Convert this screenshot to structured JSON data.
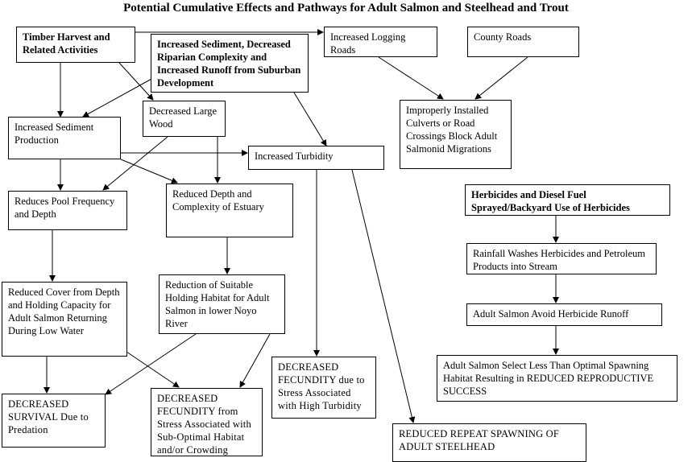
{
  "title": "Potential Cumulative Effects and Pathways for Adult Salmon and Steelhead and Trout",
  "boxes": {
    "timber": "Timber Harvest and Related Activities",
    "suburban": "Increased Sediment, Decreased Riparian Complexity and Increased Runoff from Suburban Development",
    "logging_roads": "Increased Logging Roads",
    "county_roads": "County Roads",
    "large_wood": "Decreased Large Wood",
    "sediment": "Increased Sediment Production",
    "culverts": "Improperly Installed Culverts or Road Crossings Block Adult Salmonid Migrations",
    "turbidity": "Increased Turbidity",
    "pool": "Reduces Pool Frequency and Depth",
    "estuary": "Reduced Depth and Complexity of Estuary",
    "herbicides": "Herbicides and Diesel Fuel Sprayed/Backyard Use of Herbicides",
    "rainfall": "Rainfall Washes Herbicides and Petroleum Products into Stream",
    "cover": "Reduced Cover from Depth and Holding Capacity for Adult Salmon Returning During Low Water",
    "holding": "Reduction of Suitable Holding Habitat for Adult Salmon in lower Noyo River",
    "avoid": "Adult Salmon Avoid Herbicide Runoff",
    "fecundity_turbidity": "DECREASED FECUNDITY due to Stress Associated with High Turbidity",
    "spawning_habitat": "Adult Salmon Select Less Than Optimal Spawning Habitat Resulting in REDUCED REPRODUCTIVE SUCCESS",
    "survival": "DECREASED SURVIVAL Due to Predation",
    "fecundity_crowding": "DECREASED FECUNDITY from Stress Associated with Sub-Optimal Habitat and/or Crowding",
    "repeat_spawning": "REDUCED REPEAT SPAWNING OF ADULT STEELHEAD"
  }
}
